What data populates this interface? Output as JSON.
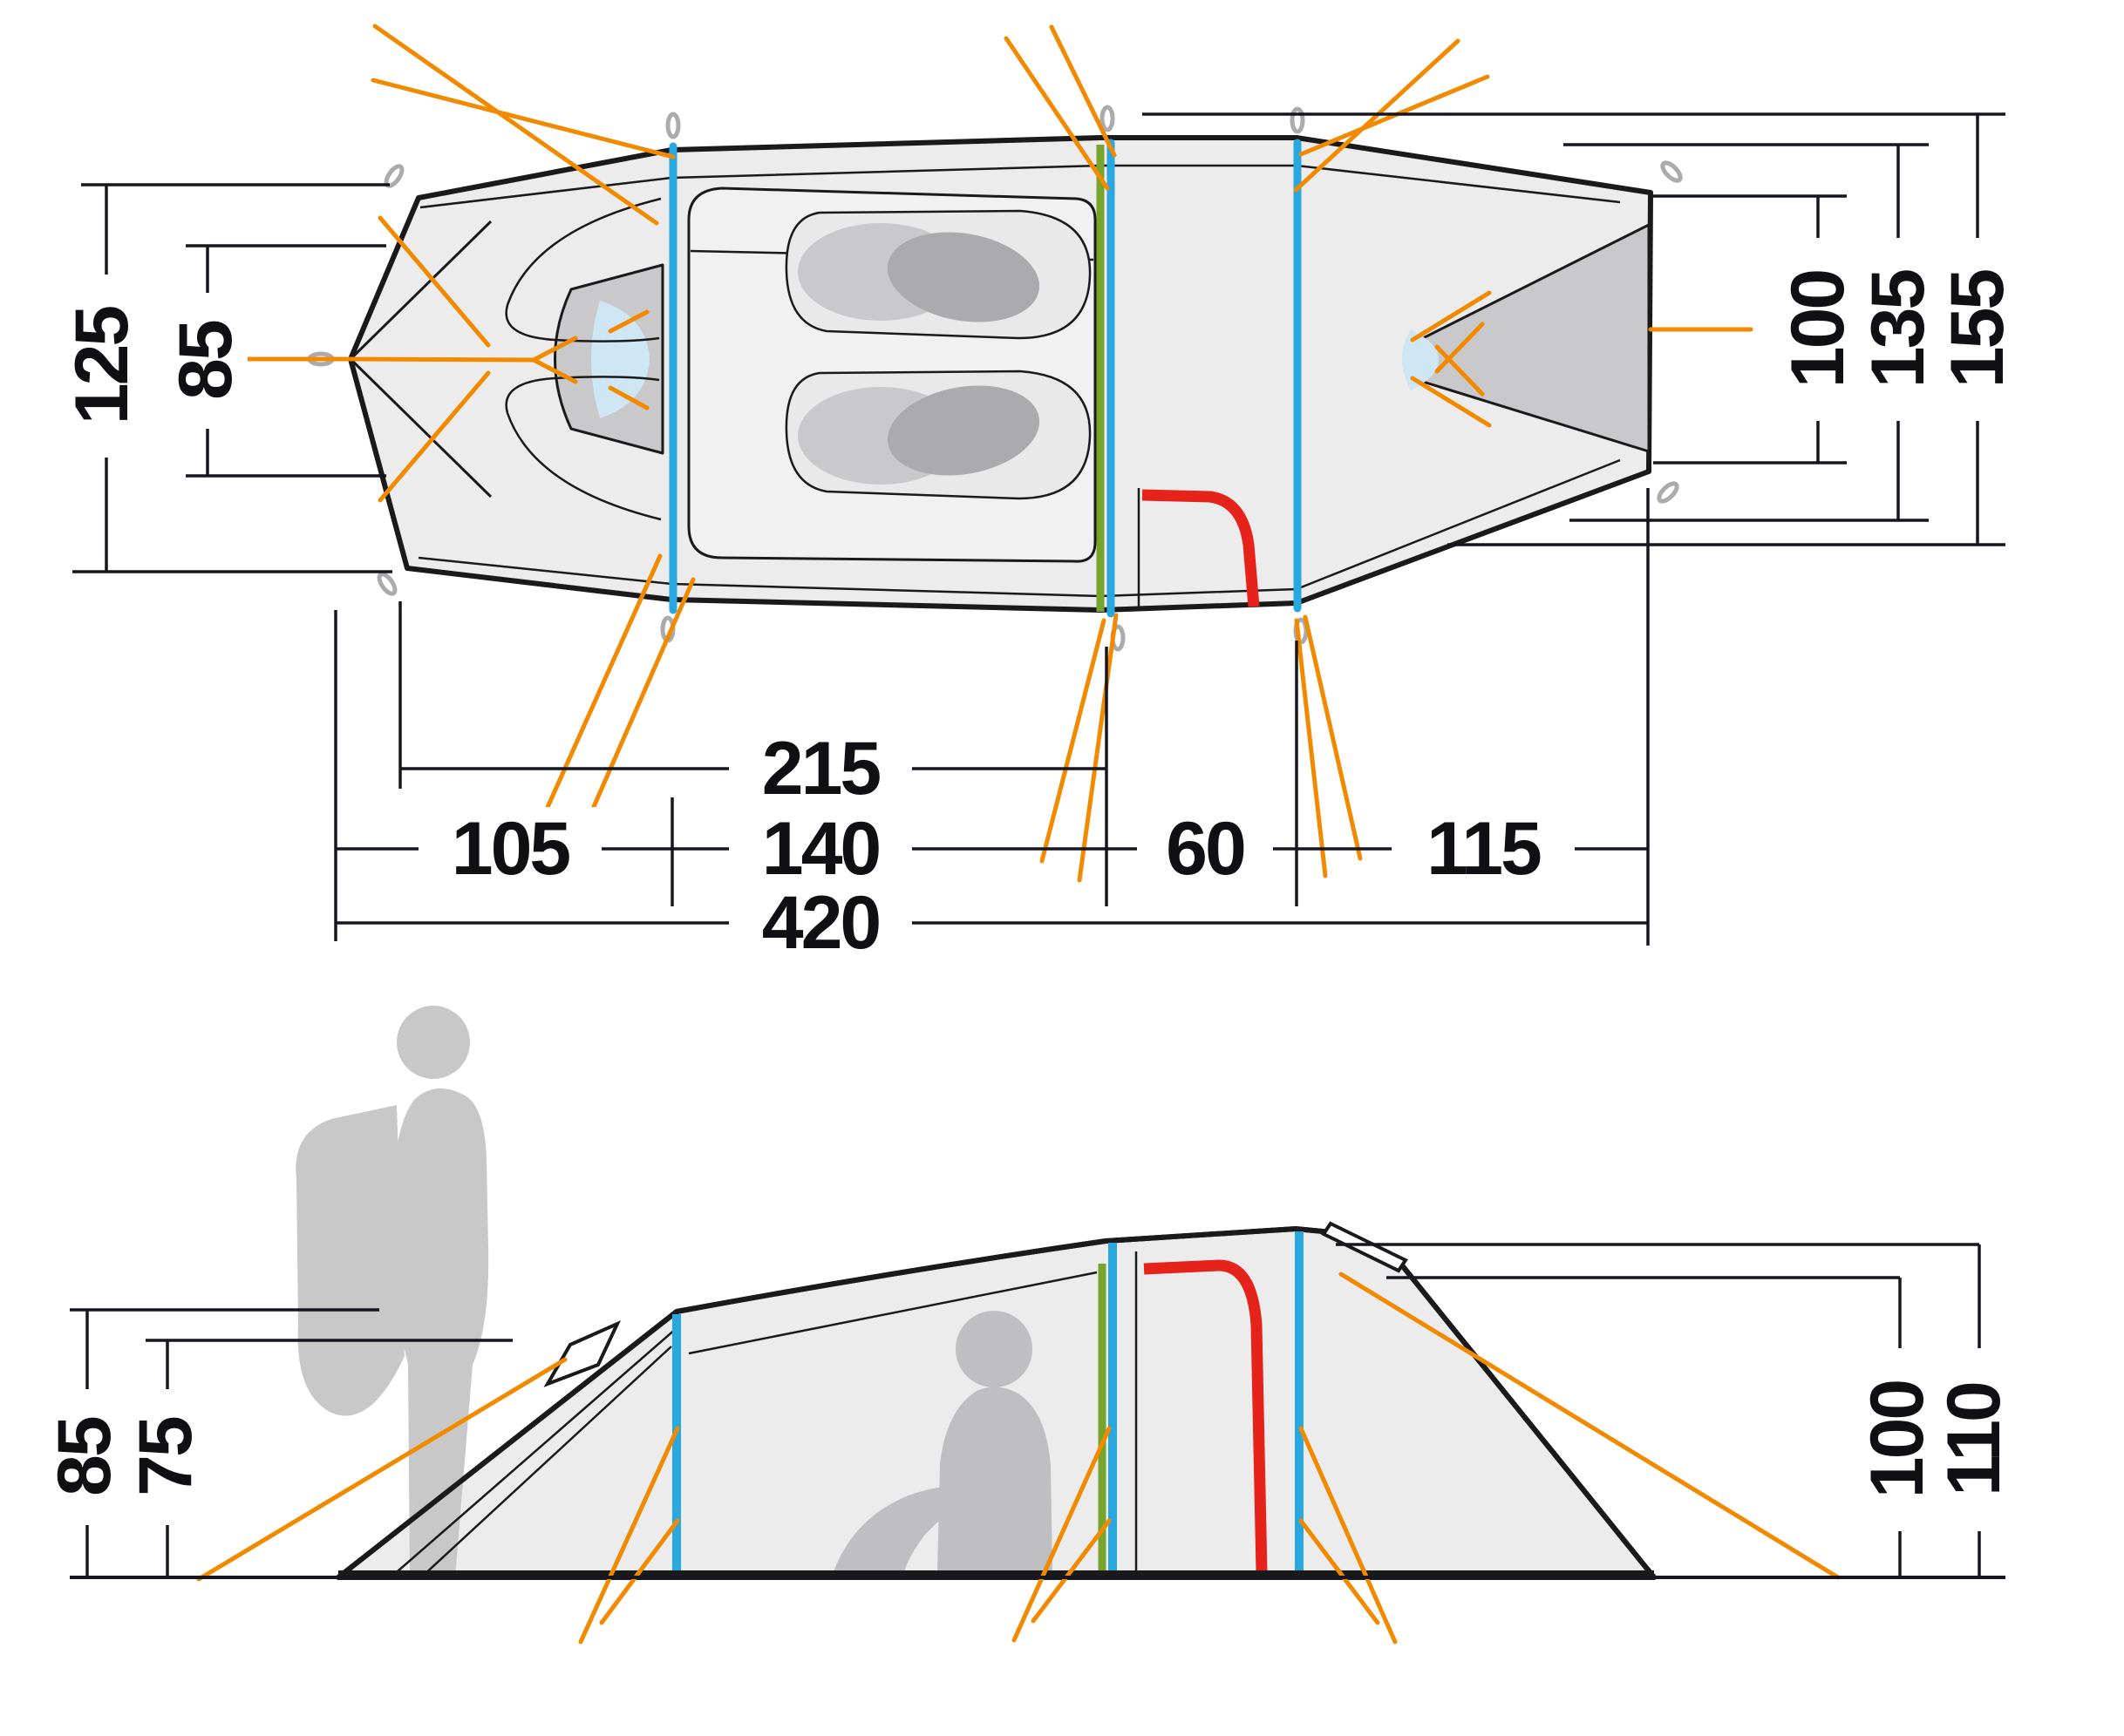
{
  "diagram": {
    "name": "tent-dimension-diagram",
    "description": "Technical drawing of a tunnel tent with top view and side view, all measurements in cm",
    "unit": "cm",
    "colors": {
      "guyline_orange": "#F18A00",
      "pole_blue": "#29A8E0",
      "pole_green": "#76A42D",
      "door_red": "#E5231B",
      "fabric_light": "#ECECED",
      "fabric_inner": "#F1F1F2",
      "fabric_cone": "#C9C9CB",
      "bag_fill": "#E9E9EA",
      "mat_gray_light": "#C9C9CC",
      "mat_gray_dark": "#ABABAE",
      "window_blue": "#CFE6F5",
      "stake_loop_gray": "#ABABAD",
      "silhouette_gray": "#C8C8C8",
      "silhouette_gray_dark": "#BFBFC2",
      "dimension_line": "#16161E"
    },
    "top_view": {
      "left": {
        "outer_width": "125",
        "inner_width": "85"
      },
      "right": {
        "rear_width": "100",
        "rear_mid_width": "135",
        "max_width": "155"
      },
      "bottom": {
        "inner_length": "215",
        "front_vestibule": "105",
        "sleeping_cabin": "140",
        "mid_vestibule": "60",
        "rear_section": "115",
        "total_length": "420"
      }
    },
    "side_view": {
      "left": {
        "front_height": "85",
        "front_inner_height": "75"
      },
      "right": {
        "inner_height": "100",
        "max_height": "110"
      }
    }
  }
}
